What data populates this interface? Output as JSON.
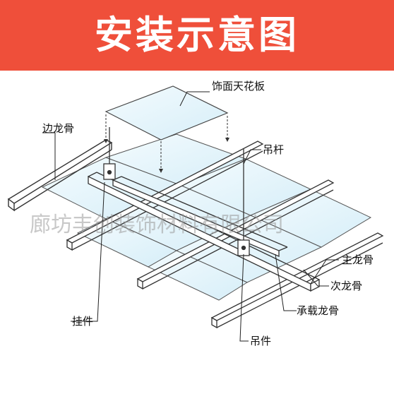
{
  "title": "安装示意图",
  "watermark": "廊坊丰创装饰材料有限公司",
  "labels": {
    "ceiling_panel": "饰面天花板",
    "edge_keel": "边龙骨",
    "hanger_rod": "吊杆",
    "main_keel": "主龙骨",
    "secondary_keel": "次龙骨",
    "bearing_keel": "承载龙骨",
    "hook_piece": "挂件",
    "hanger_piece": "吊件"
  },
  "colors": {
    "banner": "#ef4f3a",
    "banner_text": "#ffffff",
    "panel_fill": "#dff2fa",
    "frame_line": "#333333"
  }
}
